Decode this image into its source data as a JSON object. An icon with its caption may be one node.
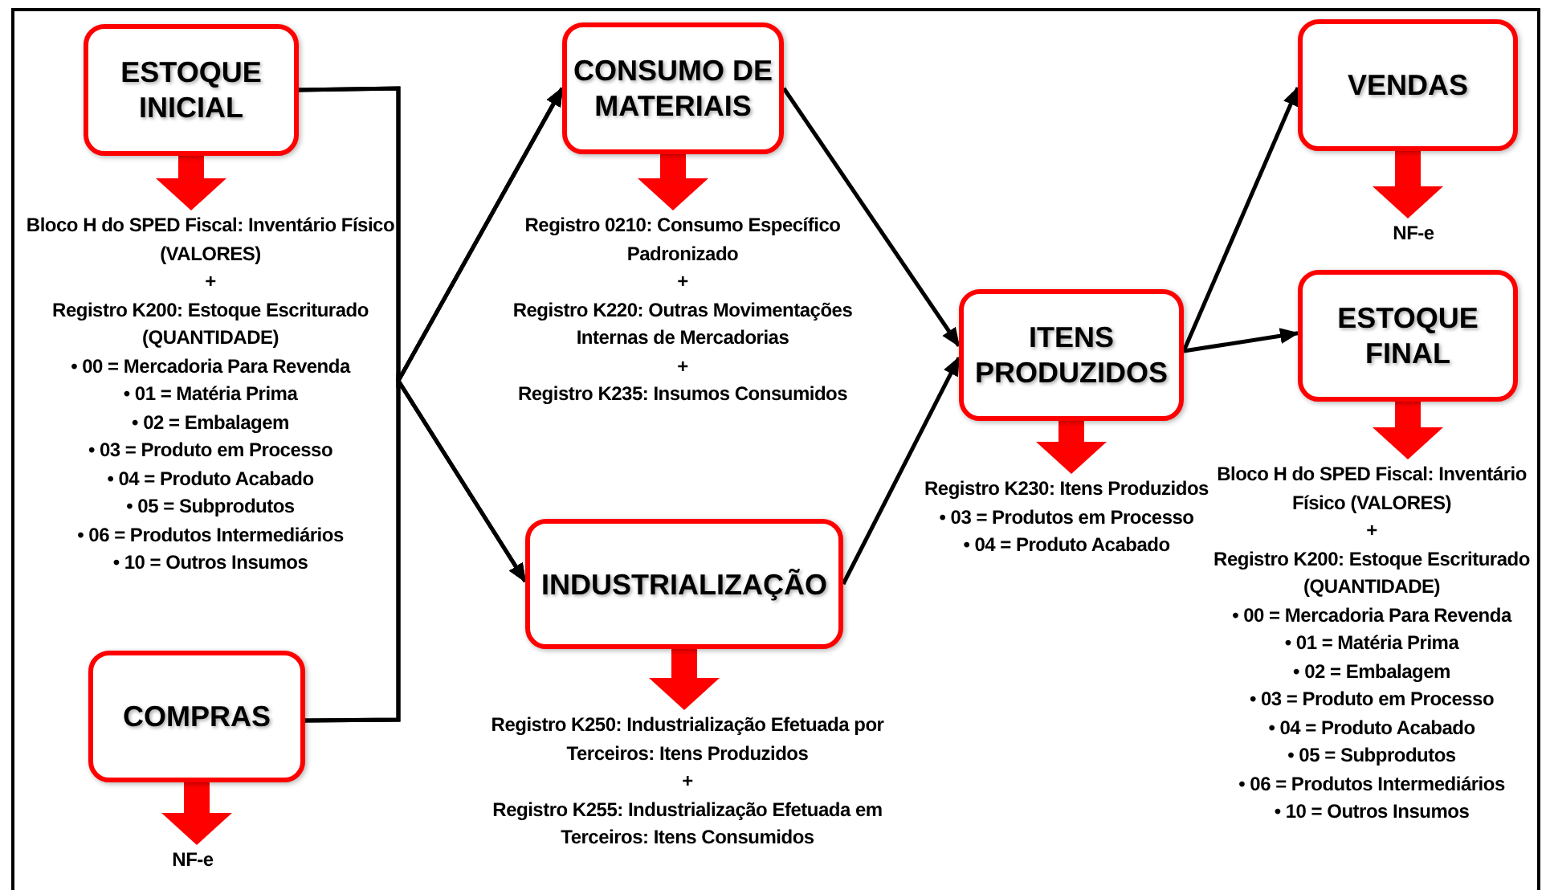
{
  "diagram": {
    "nodes": [
      {
        "text": [
          "ESTOQUE INICIAL"
        ]
      },
      {
        "text": [
          "Bloco H do SPED Fiscal: Inventário Físico (VALORES)",
          "+",
          "Registro K200: Estoque Escriturado (QUANTIDADE)",
          "• 00 = Mercadoria Para Revenda",
          "• 01 = Matéria Prima",
          "• 02 = Embalagem",
          "• 03 = Produto em Processo",
          "• 04 = Produto Acabado",
          "• 05 = Subprodutos",
          "• 06 = Produtos Intermediários",
          "• 10 = Outros Insumos"
        ]
      },
      {
        "text": [
          "COMPRAS"
        ]
      },
      {
        "text": [
          "NF-e"
        ]
      },
      {
        "text": [
          "CONSUMO DE MATERIAIS"
        ]
      },
      {
        "text": [
          "Registro 0210: Consumo Específico Padronizado",
          "+",
          "Registro K220: Outras Movimentações Internas de Mercadorias",
          "+",
          "Registro K235: Insumos Consumidos"
        ]
      },
      {
        "text": [
          "INDUSTRIALIZAÇÃO"
        ]
      },
      {
        "text": [
          "Registro K250: Industrialização Efetuada por Terceiros: Itens Produzidos",
          "+",
          "Registro K255: Industrialização Efetuada em Terceiros: Itens Consumidos"
        ]
      },
      {
        "text": [
          "ITENS PRODUZIDOS"
        ]
      },
      {
        "text": [
          "Registro K230: Itens Produzidos",
          "• 03 = Produtos em Processo",
          "• 04 = Produto Acabado"
        ]
      },
      {
        "text": [
          "VENDAS"
        ]
      },
      {
        "text": [
          "NF-e"
        ]
      },
      {
        "text": [
          "ESTOQUE FINAL"
        ]
      },
      {
        "text": [
          "Bloco H do SPED Fiscal: Inventário Físico (VALORES)",
          "+",
          "Registro K200: Estoque Escriturado (QUANTIDADE)",
          "• 00 = Mercadoria Para Revenda",
          "• 01 = Matéria Prima",
          "• 02 = Embalagem",
          "• 03 = Produto em Processo",
          "• 04 = Produto Acabado",
          "• 05 = Subprodutos",
          "• 06 = Produtos Intermediários",
          "• 10 = Outros Insumos"
        ]
      }
    ],
    "edges": [
      {
        "from": 0,
        "to": 1,
        "arrow": "to",
        "style": "thick",
        "color": "#ff0000"
      },
      {
        "from": 2,
        "to": 3,
        "arrow": "to",
        "style": "thick",
        "color": "#ff0000"
      },
      {
        "from": 4,
        "to": 5,
        "arrow": "to",
        "style": "thick",
        "color": "#ff0000"
      },
      {
        "from": 6,
        "to": 7,
        "arrow": "to",
        "style": "thick",
        "color": "#ff0000"
      },
      {
        "from": 8,
        "to": 9,
        "arrow": "to",
        "style": "thick",
        "color": "#ff0000"
      },
      {
        "from": 10,
        "to": 11,
        "arrow": "to",
        "style": "thick",
        "color": "#ff0000"
      },
      {
        "from": 12,
        "to": 13,
        "arrow": "to",
        "style": "thick",
        "color": "#ff0000"
      },
      {
        "from": 0,
        "to": 4,
        "arrow": "to"
      },
      {
        "from": 0,
        "to": 6,
        "arrow": "to"
      },
      {
        "from": 2,
        "to": 4,
        "arrow": "to"
      },
      {
        "from": 2,
        "to": 6,
        "arrow": "to"
      },
      {
        "from": 4,
        "to": 8,
        "arrow": "to"
      },
      {
        "from": 6,
        "to": 8,
        "arrow": "to"
      },
      {
        "from": 8,
        "to": 10,
        "arrow": "to"
      },
      {
        "from": 8,
        "to": 12,
        "arrow": "to"
      }
    ]
  }
}
